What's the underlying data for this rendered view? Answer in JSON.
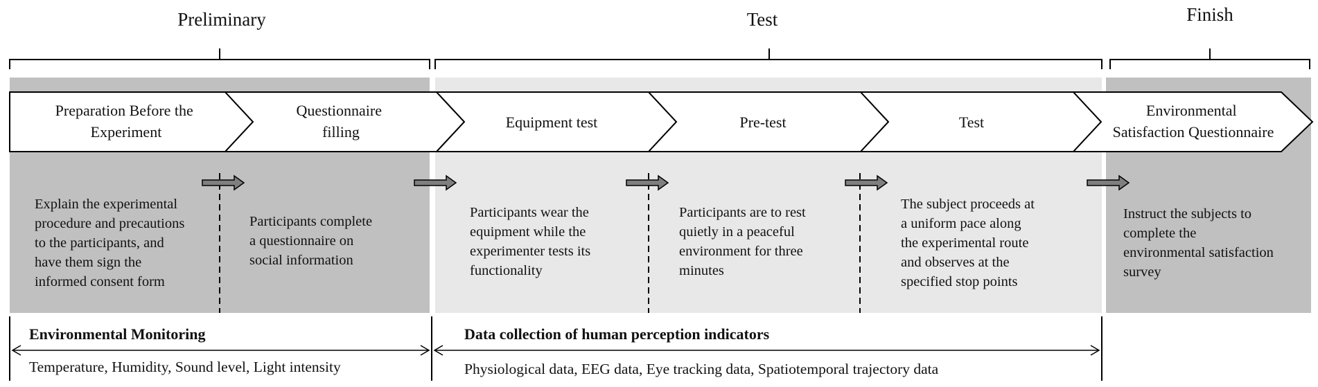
{
  "phases": [
    {
      "id": "preliminary",
      "label": "Preliminary"
    },
    {
      "id": "test",
      "label": "Test"
    },
    {
      "id": "finish",
      "label": "Finish"
    }
  ],
  "steps": [
    {
      "id": "preparation",
      "lines": [
        "Preparation Before the",
        "Experiment"
      ]
    },
    {
      "id": "questionnaire",
      "lines": [
        "Questionnaire",
        "filling"
      ]
    },
    {
      "id": "equipment",
      "lines": [
        "Equipment test"
      ]
    },
    {
      "id": "pretest",
      "lines": [
        "Pre-test"
      ]
    },
    {
      "id": "test",
      "lines": [
        "Test"
      ]
    },
    {
      "id": "satisfaction",
      "lines": [
        "Environmental",
        "Satisfaction Questionnaire"
      ]
    }
  ],
  "descriptions": [
    {
      "id": "preparation",
      "lines": [
        "Explain the experimental",
        "procedure and precautions",
        "to the participants, and",
        "have them sign the",
        "informed consent form"
      ]
    },
    {
      "id": "questionnaire",
      "lines": [
        "Participants complete",
        "a questionnaire on",
        "social information"
      ]
    },
    {
      "id": "equipment",
      "lines": [
        "Participants wear the",
        "equipment while the",
        "experimenter tests its",
        "functionality"
      ]
    },
    {
      "id": "pretest",
      "lines": [
        "Participants are to rest",
        "quietly in a peaceful",
        "environment for three",
        "minutes"
      ]
    },
    {
      "id": "test",
      "lines": [
        "The subject proceeds at",
        "a uniform pace along",
        "the experimental route",
        "and observes at the",
        "specified stop points"
      ]
    },
    {
      "id": "satisfaction",
      "lines": [
        "Instruct the subjects to",
        "complete the",
        "environmental satisfaction",
        "survey"
      ]
    }
  ],
  "monitoring": {
    "title": "Environmental Monitoring",
    "items": "Temperature, Humidity, Sound level, Light intensity"
  },
  "collection": {
    "title": "Data collection of human perception indicators",
    "items": "Physiological data, EEG data, Eye tracking data, Spatiotemporal trajectory data"
  },
  "colors": {
    "dark_band": "#c0c0c0",
    "light_band": "#e8e8e8",
    "arrow_fill": "#7f7f7f"
  }
}
